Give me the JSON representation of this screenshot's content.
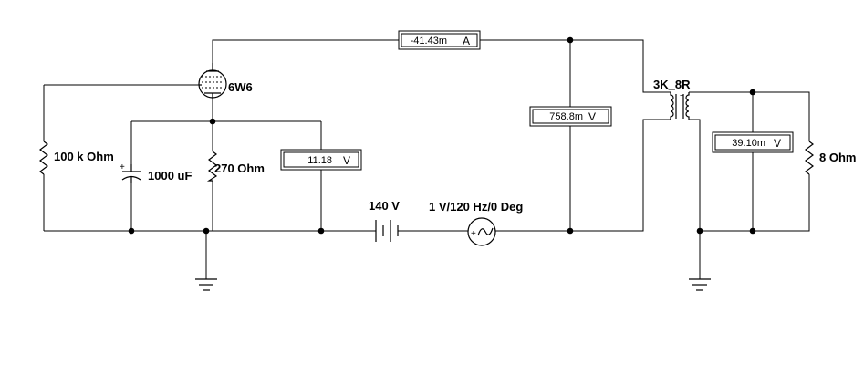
{
  "components": {
    "tube": "6W6",
    "grid_resistor": "100 k Ohm",
    "capacitor": "1000 uF",
    "cathode_resistor": "270  Ohm",
    "battery": "140 V",
    "ac_source": "1 V/120 Hz/0 Deg",
    "transformer": "3K_8R",
    "load_resistor": "8  Ohm"
  },
  "meters": {
    "plate_current": {
      "value": "-41.43m",
      "unit": "A"
    },
    "cathode_voltage": {
      "value": "11.18",
      "unit": "V"
    },
    "primary_voltage": {
      "value": "758.8m",
      "unit": "V"
    },
    "secondary_voltage": {
      "value": "39.10m",
      "unit": "V"
    }
  },
  "colors": {
    "wire": "#000000",
    "background": "#ffffff",
    "meter_frame": "#000000"
  }
}
